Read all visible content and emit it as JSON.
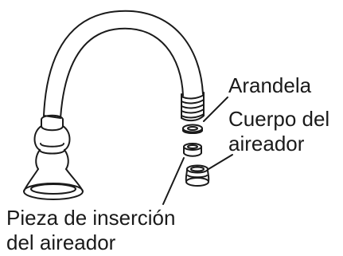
{
  "labels": {
    "washer": "Arandela",
    "aerator_body_line1": "Cuerpo del",
    "aerator_body_line2": "aireador",
    "aerator_insert_line1": "Pieza de inserción",
    "aerator_insert_line2": "del aireador"
  },
  "colors": {
    "stroke": "#1a1a1a",
    "background": "#ffffff"
  }
}
